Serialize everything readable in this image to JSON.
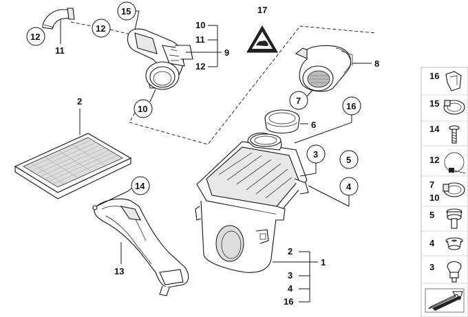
{
  "diagram": {
    "callouts": {
      "c12_top_left": "12",
      "c11_top_left": "11",
      "c12_hose": "12",
      "c15_top": "15",
      "c10_group": "10",
      "c11_group": "11",
      "c9": "9",
      "c12_group": "12",
      "c10_bubble": "10",
      "c17": "17",
      "c8": "8",
      "c7": "7",
      "c6": "6",
      "c16_right": "16",
      "c2_filter": "2",
      "c3": "3",
      "c5": "5",
      "c4": "4",
      "c14_duct": "14",
      "c13": "13",
      "c2_group": "2",
      "c1": "1",
      "c3_group": "3",
      "c4_group": "4",
      "c16_group": "16"
    },
    "legend": [
      {
        "label": "16",
        "icon": "clip-icon"
      },
      {
        "label": "15",
        "icon": "hose-clamp-icon"
      },
      {
        "label": "14",
        "icon": "screw-icon"
      },
      {
        "label": "12",
        "icon": "cable-tie-icon"
      },
      {
        "label": "7",
        "label2": "10",
        "icon": "clamp-icon"
      },
      {
        "label": "5",
        "icon": "collar-bolt-icon"
      },
      {
        "label": "4",
        "icon": "grommet-icon"
      },
      {
        "label": "3",
        "icon": "rubber-mount-icon"
      }
    ]
  }
}
